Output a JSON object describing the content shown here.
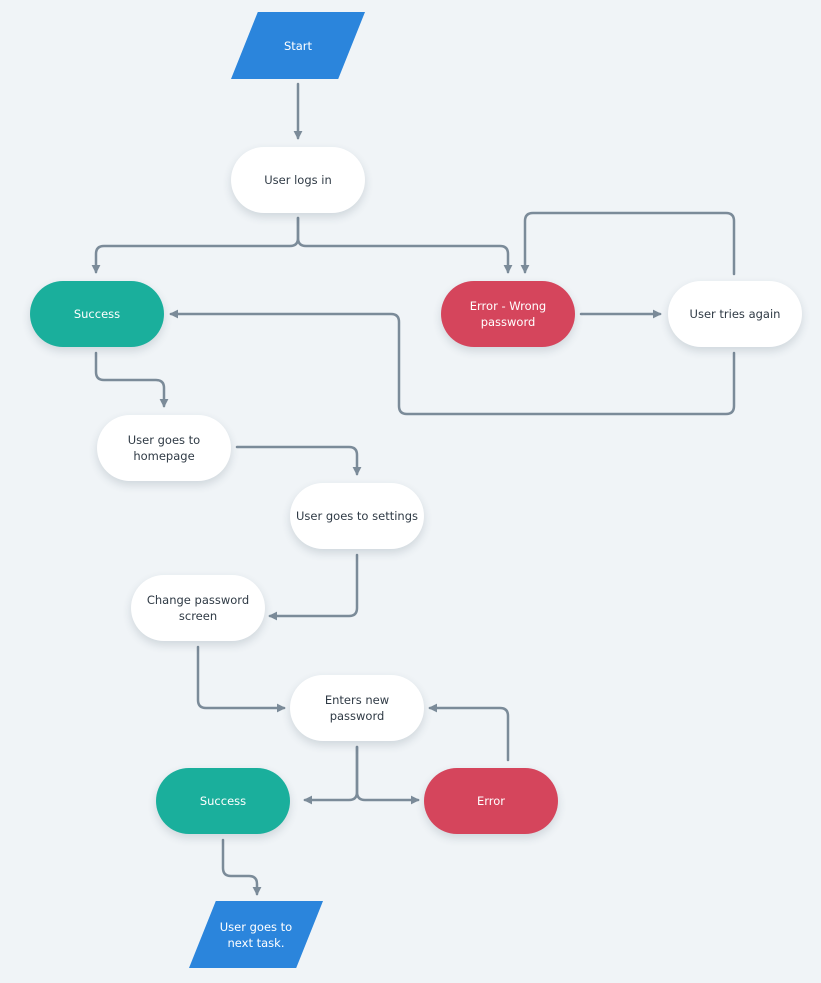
{
  "diagram": {
    "type": "flowchart",
    "colors": {
      "background": "#f0f4f7",
      "input_output": "#2b85dc",
      "success": "#1aaf9c",
      "error": "#d5455c",
      "process": "#ffffff",
      "connector": "#7b8b99"
    },
    "nodes": {
      "start": {
        "label": "Start",
        "shape": "parallelogram"
      },
      "user_logs_in": {
        "label": "User logs in",
        "shape": "pill"
      },
      "login_success": {
        "label": "Success",
        "shape": "pill"
      },
      "error_wrong_password": {
        "label": "Error - Wrong\npassword",
        "shape": "pill"
      },
      "user_tries_again": {
        "label": "User tries again",
        "shape": "pill"
      },
      "user_goes_to_homepage": {
        "label": "User goes to\nhomepage",
        "shape": "pill"
      },
      "user_goes_to_settings": {
        "label": "User goes to settings",
        "shape": "pill"
      },
      "change_password_screen": {
        "label": "Change password\nscreen",
        "shape": "pill"
      },
      "enters_new_password": {
        "label": "Enters new\npassword",
        "shape": "pill"
      },
      "change_success": {
        "label": "Success",
        "shape": "pill"
      },
      "change_error": {
        "label": "Error",
        "shape": "pill"
      },
      "next_task": {
        "label": "User goes to\nnext task.",
        "shape": "parallelogram"
      }
    },
    "edges": [
      {
        "from": "start",
        "to": "user_logs_in"
      },
      {
        "from": "user_logs_in",
        "to": "login_success"
      },
      {
        "from": "user_logs_in",
        "to": "error_wrong_password"
      },
      {
        "from": "error_wrong_password",
        "to": "user_tries_again"
      },
      {
        "from": "user_tries_again",
        "to": "error_wrong_password"
      },
      {
        "from": "user_tries_again",
        "to": "login_success"
      },
      {
        "from": "login_success",
        "to": "user_goes_to_homepage"
      },
      {
        "from": "user_goes_to_homepage",
        "to": "user_goes_to_settings"
      },
      {
        "from": "user_goes_to_settings",
        "to": "change_password_screen"
      },
      {
        "from": "change_password_screen",
        "to": "enters_new_password"
      },
      {
        "from": "enters_new_password",
        "to": "change_success"
      },
      {
        "from": "enters_new_password",
        "to": "change_error"
      },
      {
        "from": "change_error",
        "to": "enters_new_password"
      },
      {
        "from": "change_success",
        "to": "next_task"
      }
    ]
  }
}
